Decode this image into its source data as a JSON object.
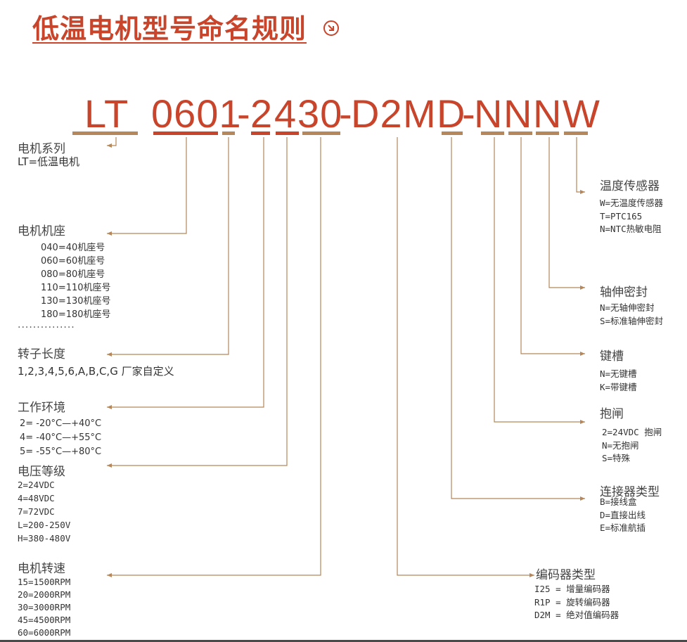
{
  "title": "低温电机型号命名规则",
  "title_icon": "arrow-down-right-circle-icon",
  "colors": {
    "accent": "#c8442a",
    "tan": "#b5875a",
    "line": "#b5875a"
  },
  "model_code": {
    "lt": "LT",
    "frame": "0601",
    "dash1": "-",
    "length": "2",
    "env": "4",
    "speed": "30",
    "dash2": "-",
    "encoder": "D2",
    "connector": "M",
    "brake": "D",
    "dash3": "-",
    "c1": "N",
    "c2": "N",
    "c3": "N",
    "c4": "W"
  },
  "left": {
    "series": {
      "head": "电机系列",
      "line": "LT=低温电机"
    },
    "frame": {
      "head": "电机机座",
      "items": [
        "040=40机座号",
        "060=60机座号",
        "080=80机座号",
        "110=110机座号",
        "130=130机座号",
        "180=180机座号"
      ]
    },
    "dots": "···············",
    "length": {
      "head": "转子长度",
      "line": "1,2,3,4,5,6,A,B,C,G  厂家自定义"
    },
    "env": {
      "head": "工作环境",
      "items": [
        "2= -20°C—+40°C",
        "4= -40°C—+55°C",
        "5= -55°C—+80°C"
      ]
    },
    "voltage": {
      "head": "电压等级",
      "items": [
        "2=24VDC",
        "4=48VDC",
        "7=72VDC",
        "L=200-250V",
        "H=380-480V"
      ]
    },
    "speed": {
      "head": "电机转速",
      "items": [
        "15=1500RPM",
        "20=2000RPM",
        "30=3000RPM",
        "45=4500RPM",
        "60=6000RPM"
      ]
    }
  },
  "right": {
    "temp": {
      "head": "温度传感器",
      "items": [
        "W=无温度传感器",
        "T=PTC165",
        "N=NTC热敏电阻"
      ]
    },
    "seal": {
      "head": "轴伸密封",
      "items": [
        "N=无轴伸密封",
        "S=标准轴伸密封"
      ]
    },
    "key": {
      "head": "键槽",
      "items": [
        "N=无键槽",
        "K=带键槽"
      ]
    },
    "brake": {
      "head": "抱闸",
      "items": [
        "2=24VDC 抱闸",
        "N=无抱闸",
        "S=特殊"
      ]
    },
    "connector": {
      "head": "连接器类型",
      "items": [
        "B=接线盒",
        "D=直接出线",
        "E=标准航插"
      ]
    },
    "encoder": {
      "head": "编码器类型",
      "items": [
        "I25 = 增量编码器",
        "R1P = 旋转编码器",
        "D2M = 绝对值编码器"
      ]
    }
  }
}
